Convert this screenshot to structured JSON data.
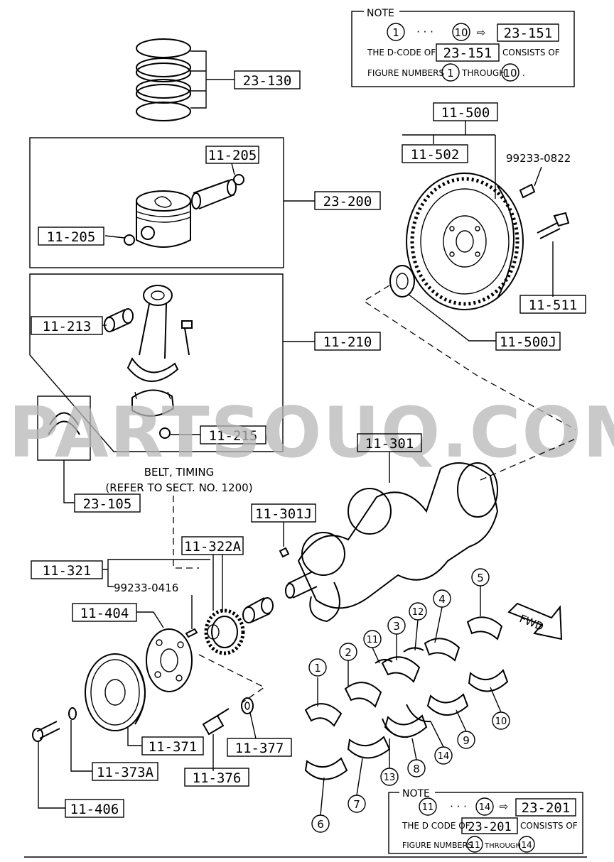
{
  "watermark": "PARTSOUQ.COM",
  "note_top": {
    "title": "NOTE",
    "range_start": "1",
    "range_dots": "· · ·",
    "range_end": "10",
    "arrow": "⇨",
    "dcode": "23-151",
    "line2_prefix": "THE D-CODE OF",
    "line2_code": "23-151",
    "line2_suffix": "CONSISTS OF",
    "line3_prefix": "FIGURE NUMBERS",
    "line3_from": "1",
    "line3_through": "THROUGH",
    "line3_to": "10",
    "line3_end": "."
  },
  "note_bottom": {
    "title": "NOTE",
    "range_start": "11",
    "range_dots": "· · ·",
    "range_end": "14",
    "arrow": "⇨",
    "dcode": "23-201",
    "line2_prefix": "THE D CODE OF",
    "line2_code": "23-201",
    "line2_suffix": "CONSISTS OF",
    "line3_prefix": "FIGURE NUMBERS",
    "line3_from": "11",
    "line3_through": "THROUGH",
    "line3_to": "14"
  },
  "part_codes": {
    "rings": "23-130",
    "piston_group": "23-200",
    "pin_clip_top": "11-205",
    "pin_clip_left": "11-205",
    "conrod_group": "11-210",
    "conrod_bushing": "11-213",
    "conrod_nut": "11-215",
    "conrod_bearing": "23-105",
    "flywheel_assy": "11-500",
    "flywheel": "11-502",
    "flywheel_bolt": "11-511",
    "pilot_bearing": "11-500J",
    "crankshaft": "11-301",
    "crank_plug": "11-301J",
    "timing_pulley": "11-322A",
    "pulley_group": "11-321",
    "pulley_plate": "11-404",
    "crank_pulley": "11-371",
    "pulley_washer": "11-373A",
    "pulley_bolt": "11-406",
    "key_bolt": "11-376",
    "spacer": "11-377"
  },
  "part_numbers": {
    "flywheel_pin": "99233-0822",
    "timing_key": "99233-0416"
  },
  "belt_note": {
    "line1": "BELT, TIMING",
    "line2": "(REFER TO SECT. NO. 1200)"
  },
  "fwd_label": "FWD",
  "bearing_numbers": [
    "1",
    "2",
    "3",
    "4",
    "5",
    "6",
    "7",
    "8",
    "9",
    "10",
    "11",
    "12",
    "13",
    "14"
  ]
}
